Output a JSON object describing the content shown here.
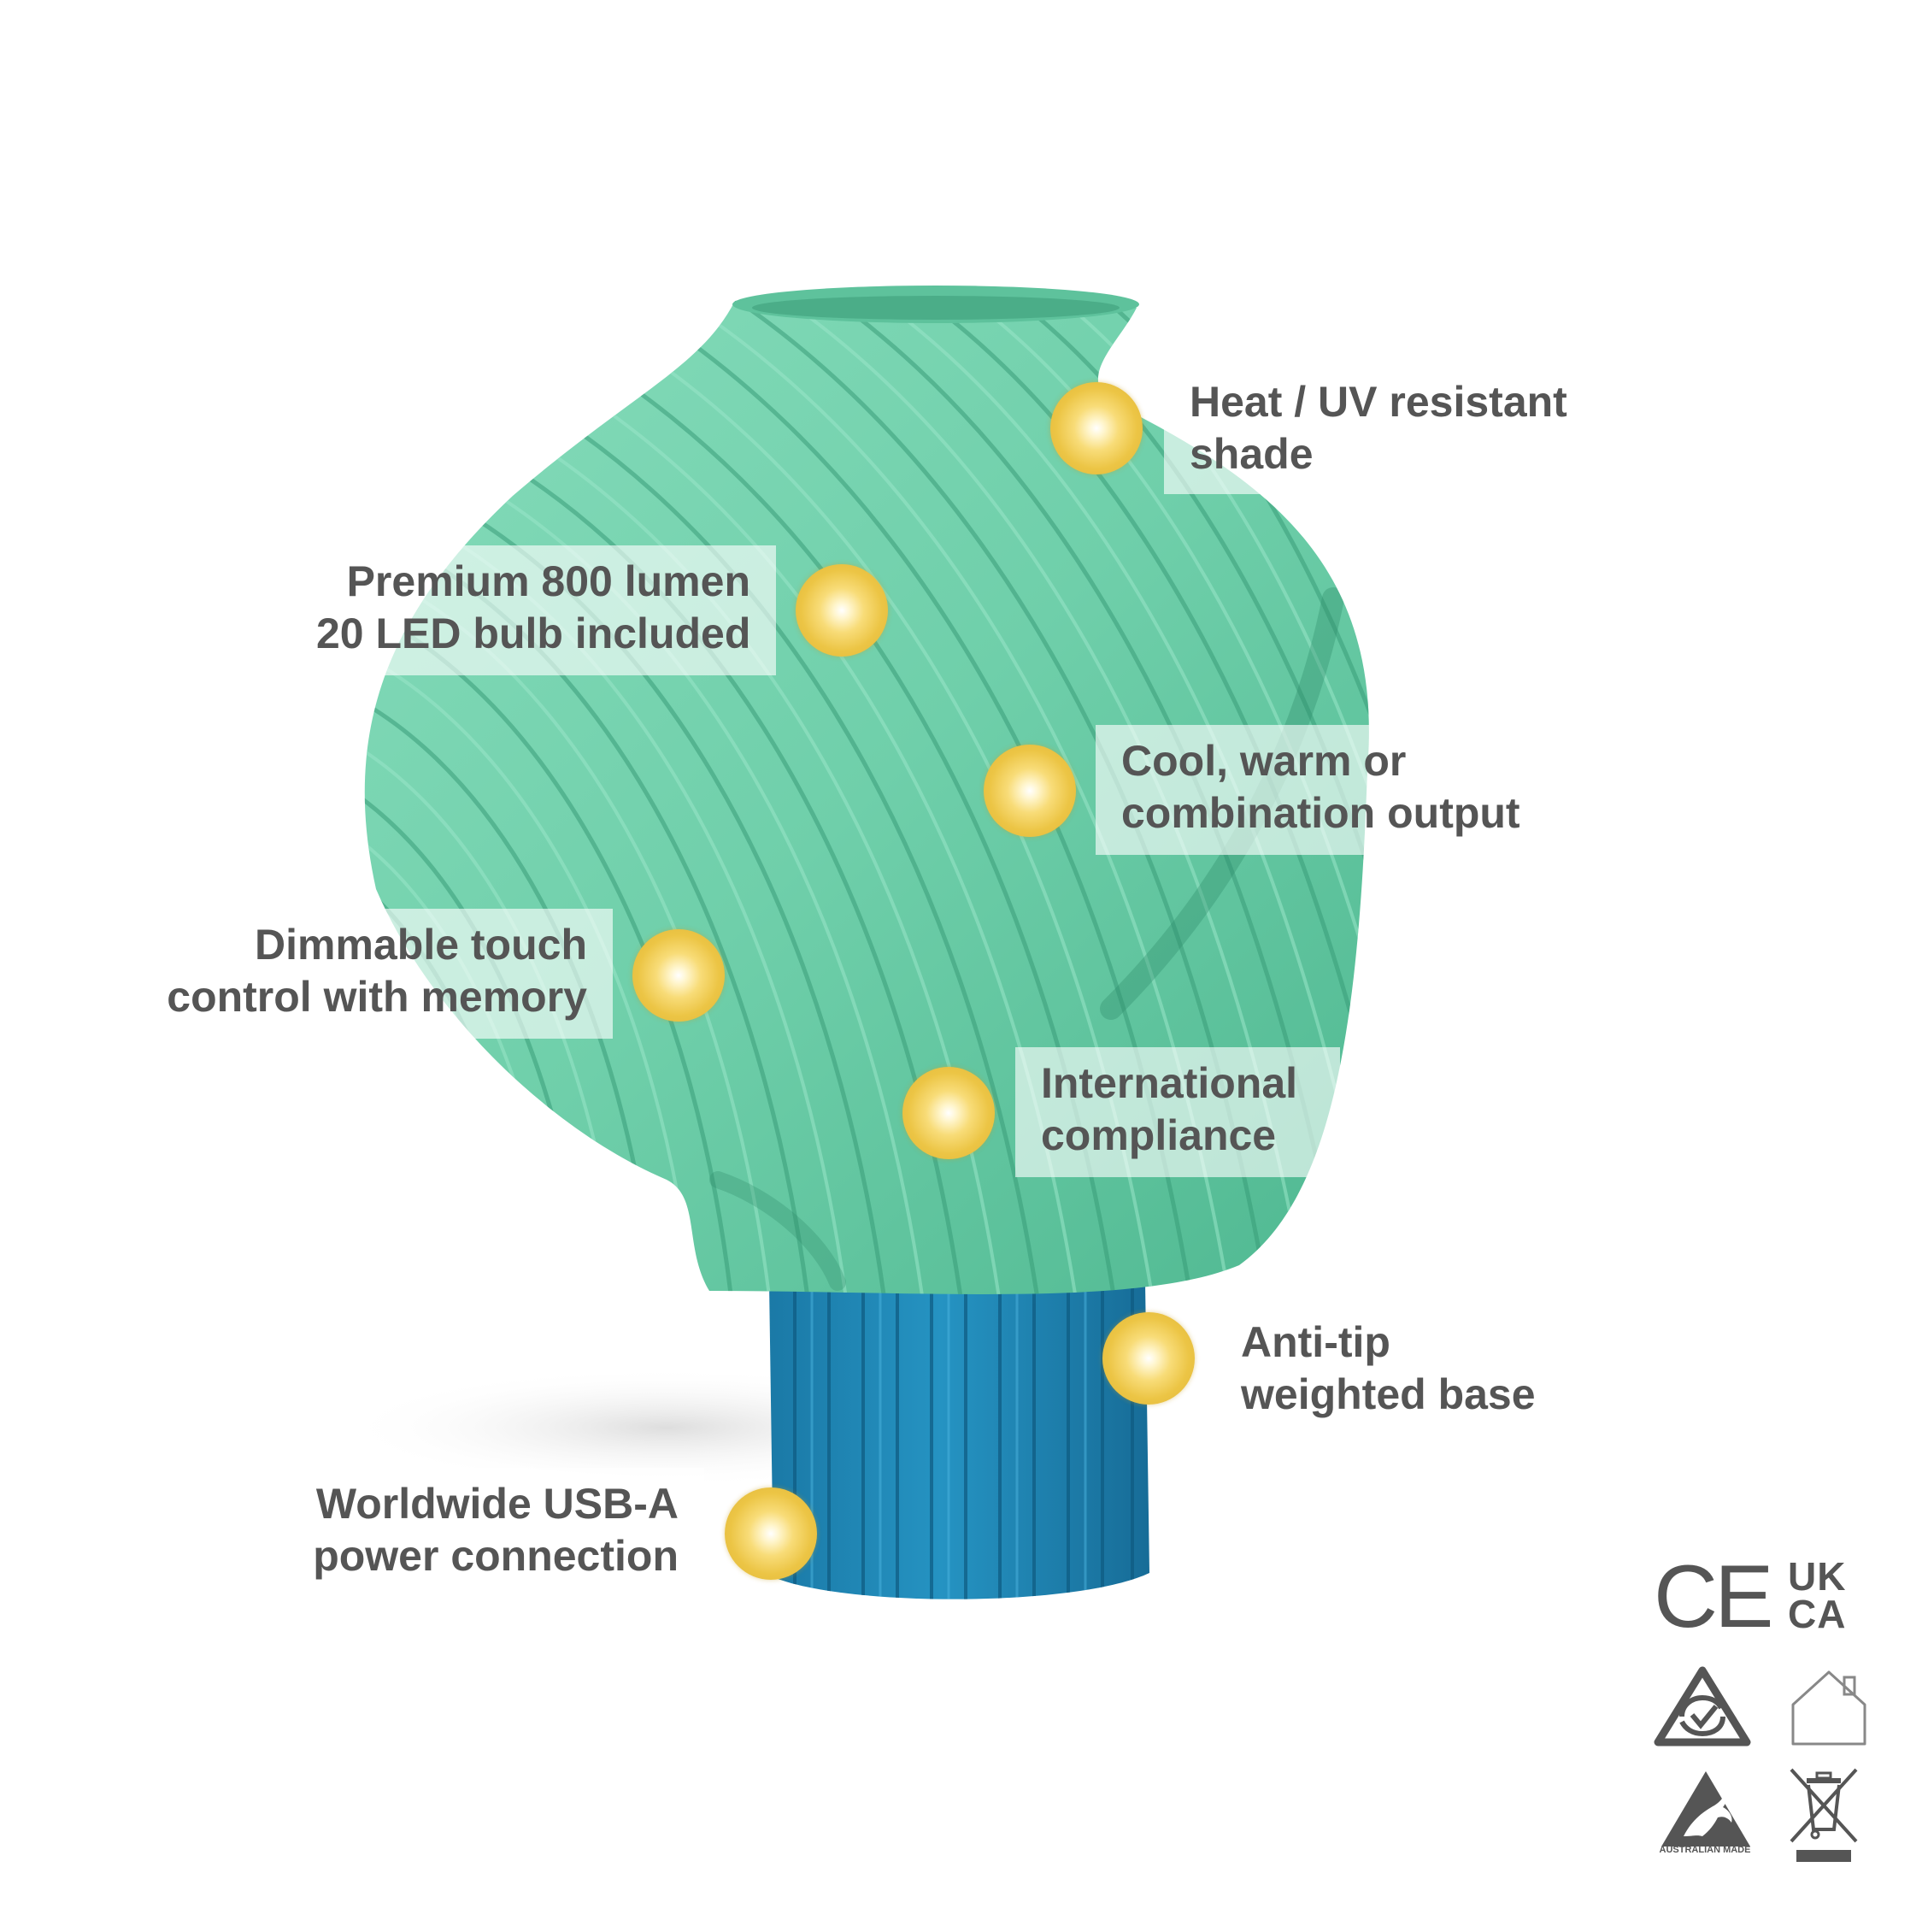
{
  "features": [
    {
      "id": "heat-uv-resistant-shade",
      "lines": [
        "Heat / UV resistant",
        "shade"
      ]
    },
    {
      "id": "premium-bulb",
      "lines": [
        "Premium 800 lumen",
        "20 LED bulb included"
      ]
    },
    {
      "id": "light-output",
      "lines": [
        "Cool, warm or",
        "combination output"
      ]
    },
    {
      "id": "dimmable-touch",
      "lines": [
        "Dimmable touch",
        "control with memory"
      ]
    },
    {
      "id": "international-compliance",
      "lines": [
        "International",
        "compliance"
      ]
    },
    {
      "id": "anti-tip-base",
      "lines": [
        "Anti-tip",
        "weighted base"
      ]
    },
    {
      "id": "usb-power",
      "lines": [
        "Worldwide USB-A",
        "power connection"
      ]
    }
  ],
  "certifications": {
    "ce": "CE",
    "ukca_top": "UK",
    "ukca_bottom": "CA",
    "australian_made": "AUSTRALIAN MADE",
    "icons": [
      "ce-mark-icon",
      "ukca-mark-icon",
      "rcm-mark-icon",
      "indoor-use-house-icon",
      "australian-made-kangaroo-icon",
      "weee-crossed-bin-icon"
    ]
  },
  "colors": {
    "shade": "#72d1ad",
    "shade_dark": "#3fa882",
    "base": "#1d86b5",
    "dot": "#ecc545",
    "label_text": "#555555"
  }
}
